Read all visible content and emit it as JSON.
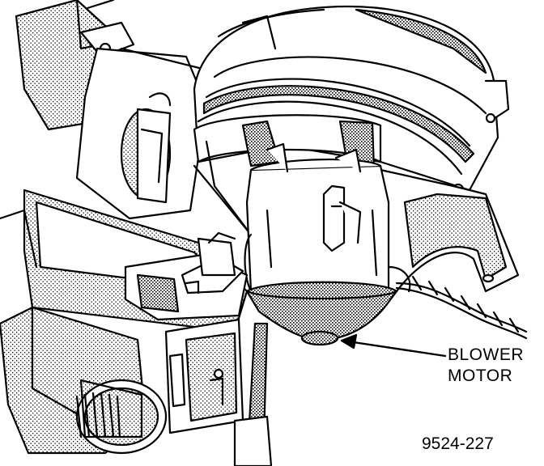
{
  "callout": {
    "line1": "BLOWER",
    "line2": "MOTOR"
  },
  "figure_id": "9524-227",
  "colors": {
    "ink": "#000000",
    "paper": "#ffffff",
    "shade": "#9a9a9a"
  }
}
